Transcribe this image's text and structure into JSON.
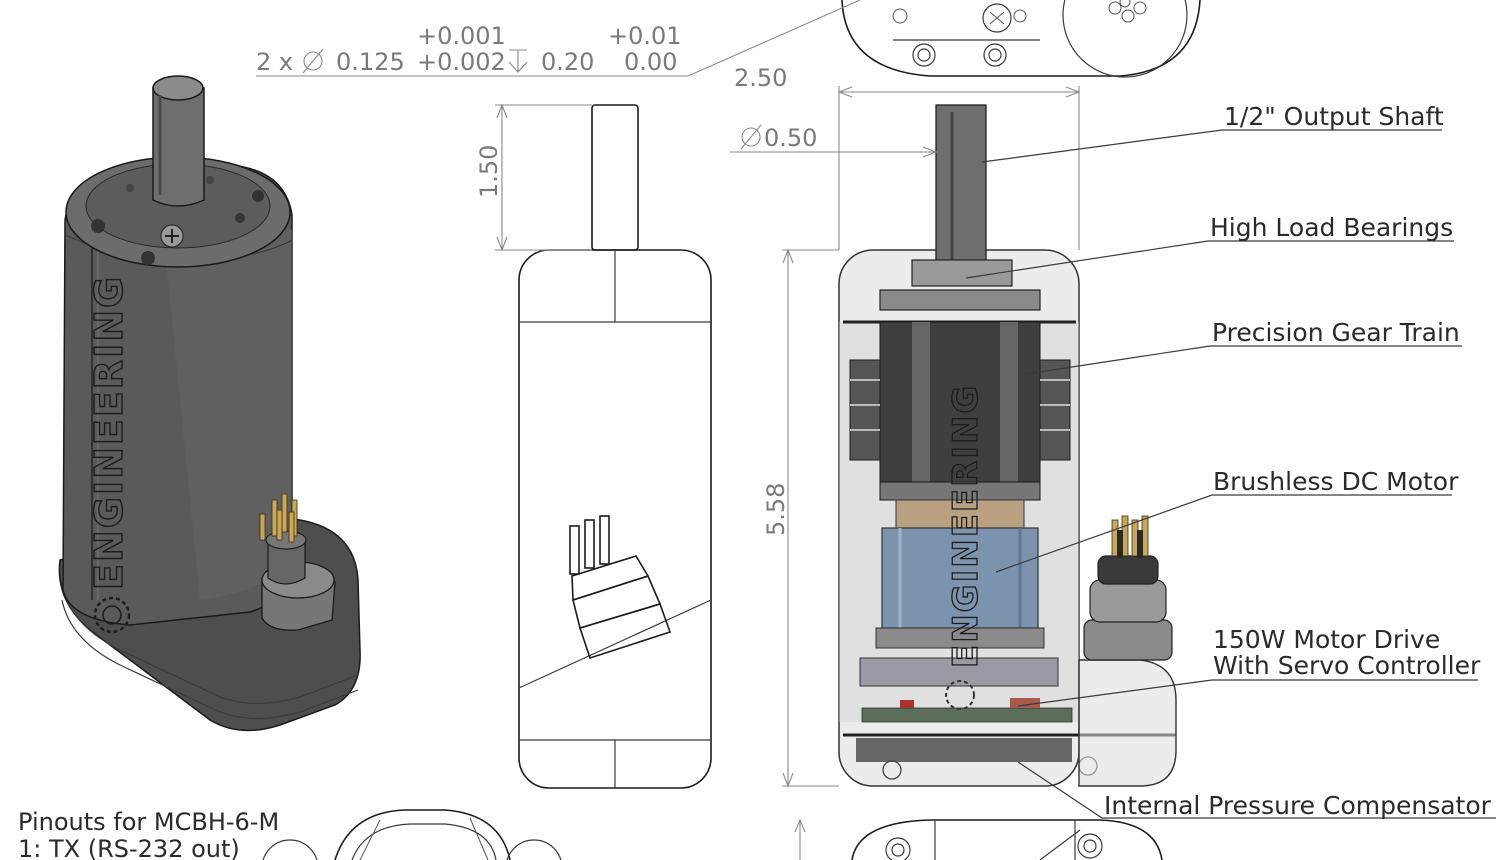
{
  "dimensions": {
    "hole_tol_upper": "+0.001",
    "hole_tol_lower": "+0.002",
    "hole_spec_prefix": "2 x",
    "hole_diameter": "0.125",
    "hole_depth": "0.20",
    "depth_tol_upper": "+0.01",
    "depth_tol_lower": "0.00",
    "shaft_length": "1.50",
    "width": "2.50",
    "shaft_diameter": "0.50",
    "body_height": "5.58"
  },
  "callouts": {
    "output_shaft": "1/2\" Output Shaft",
    "bearings": "High Load Bearings",
    "gear_train": "Precision Gear Train",
    "motor": "Brushless DC Motor",
    "drive_line1": "150W Motor Drive",
    "drive_line2": "With Servo Controller",
    "compensator": "Internal Pressure Compensator"
  },
  "pinouts": {
    "title": "Pinouts for MCBH-6-M",
    "pin1": "1: TX (RS-232 out)"
  },
  "branding": {
    "housing_text": "ENGINEERING"
  },
  "colors": {
    "housing_dark": "#4a4a4a",
    "housing_mid": "#6a6a6a",
    "housing_light": "#8c8c8c",
    "motor_blue": "#7c93ad",
    "pin_gold": "#c8a858"
  }
}
